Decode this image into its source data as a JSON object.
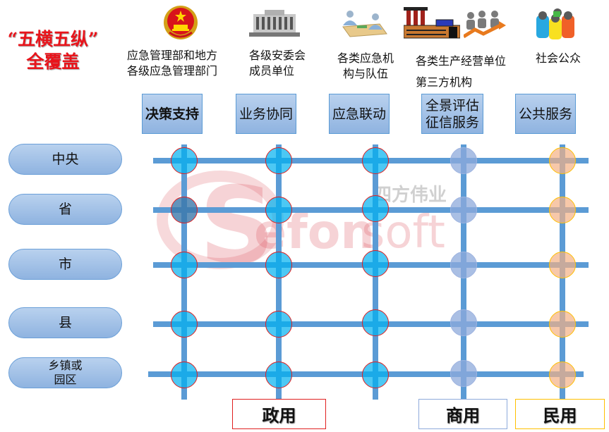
{
  "title": {
    "line1": "“五横五纵”",
    "line2": "全覆盖"
  },
  "entities": [
    {
      "icon": "national-emblem-icon",
      "lines": [
        "应急管理部和地方",
        "各级应急管理部门"
      ]
    },
    {
      "icon": "government-building-icon",
      "lines": [
        "各级安委会",
        "成员单位"
      ]
    },
    {
      "icon": "meeting-people-icon",
      "lines": [
        "各类应急机",
        "构与队伍"
      ]
    },
    {
      "icon": "factory-icon",
      "lines": [
        "各类生产经营单位",
        "第三方机构"
      ]
    },
    {
      "icon": "crowd-icon",
      "lines": [
        "社会公众"
      ]
    }
  ],
  "business_icon": "business-growth-icon",
  "columns": [
    {
      "label": "决策支持",
      "bold": true
    },
    {
      "label": "业务协同",
      "bold": false
    },
    {
      "label": "应急联动",
      "bold": false
    },
    {
      "label_lines": [
        "全景评估",
        "征信服务"
      ],
      "bold": false
    },
    {
      "label": "公共服务",
      "bold": false
    }
  ],
  "rows": [
    {
      "label": "中央"
    },
    {
      "label": "省"
    },
    {
      "label": "市"
    },
    {
      "label": "县"
    },
    {
      "label_lines": [
        "乡镇或",
        "园区"
      ]
    }
  ],
  "node_types": [
    "gov",
    "gov",
    "gov",
    "com",
    "pub"
  ],
  "categories": [
    {
      "label": "政用",
      "border_color": "#e02020"
    },
    {
      "label": "商用",
      "border_color": "#8eaadb"
    },
    {
      "label": "民用",
      "border_color": "#ffc000"
    }
  ],
  "watermark": {
    "cn": "四方伟业",
    "en_bold": "efon",
    "en_light": "soft"
  },
  "colors": {
    "title_red": "#e8141b",
    "grid_blue": "#5b9bd5",
    "gov_node": "#00b0f0",
    "com_node": "#8ea9db",
    "pub_node": "#f4b084"
  }
}
